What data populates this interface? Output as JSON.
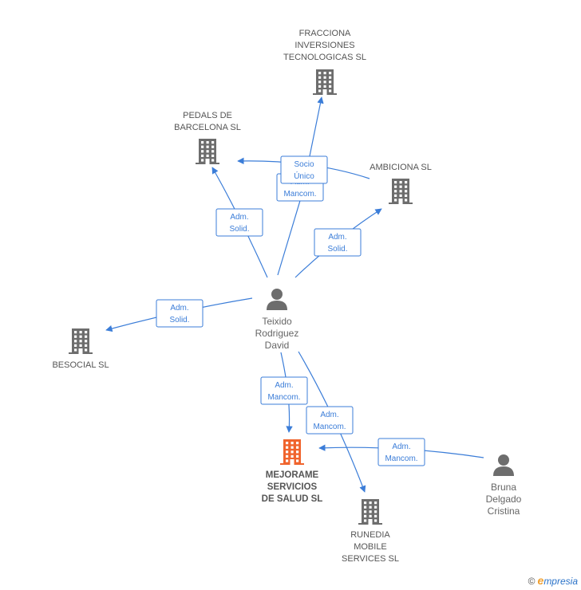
{
  "nodes": [
    {
      "id": "fracciona",
      "kind": "company",
      "lines": [
        "FRACCIONA",
        "INVERSIONES",
        "TECNOLOGICAS SL"
      ]
    },
    {
      "id": "pedals",
      "kind": "company",
      "lines": [
        "PEDALS DE",
        "BARCELONA SL"
      ]
    },
    {
      "id": "ambiciona",
      "kind": "company",
      "lines": [
        "AMBICIONA SL"
      ]
    },
    {
      "id": "besocial",
      "kind": "company",
      "lines": [
        "BESOCIAL SL"
      ]
    },
    {
      "id": "mejorame",
      "kind": "company-focus",
      "lines": [
        "MEJORAME",
        "SERVICIOS",
        "DE SALUD SL"
      ]
    },
    {
      "id": "runedia",
      "kind": "company",
      "lines": [
        "RUNEDIA",
        "MOBILE",
        "SERVICES  SL"
      ]
    },
    {
      "id": "teixido",
      "kind": "person",
      "lines": [
        "Teixido",
        "Rodriguez",
        "David"
      ]
    },
    {
      "id": "bruna",
      "kind": "person",
      "lines": [
        "Bruna",
        "Delgado",
        "Cristina"
      ]
    }
  ],
  "edges": [
    {
      "from": "teixido",
      "to": "fracciona",
      "label": [
        "Adm.",
        "Mancom."
      ]
    },
    {
      "from": "ambiciona",
      "to": "pedals",
      "label": [
        "Socio",
        "Único"
      ]
    },
    {
      "from": "teixido",
      "to": "pedals",
      "label": [
        "Adm.",
        "Solid."
      ]
    },
    {
      "from": "teixido",
      "to": "ambiciona",
      "label": [
        "Adm.",
        "Solid."
      ]
    },
    {
      "from": "teixido",
      "to": "besocial",
      "label": [
        "Adm.",
        "Solid."
      ]
    },
    {
      "from": "teixido",
      "to": "mejorame",
      "label": [
        "Adm.",
        "Mancom."
      ]
    },
    {
      "from": "teixido",
      "to": "runedia",
      "label": [
        "Adm.",
        "Mancom."
      ]
    },
    {
      "from": "bruna",
      "to": "mejorame",
      "label": [
        "Adm.",
        "Mancom."
      ]
    }
  ],
  "colors": {
    "edge": "#3b7dd8",
    "company_icon": "#6d6d6d",
    "focus_icon": "#f0642d",
    "person_icon": "#6d6d6d"
  },
  "icons": {
    "company": "building-icon",
    "person": "person-icon"
  },
  "brand": {
    "copyright": "©",
    "initial": "e",
    "rest": "mpresia"
  }
}
